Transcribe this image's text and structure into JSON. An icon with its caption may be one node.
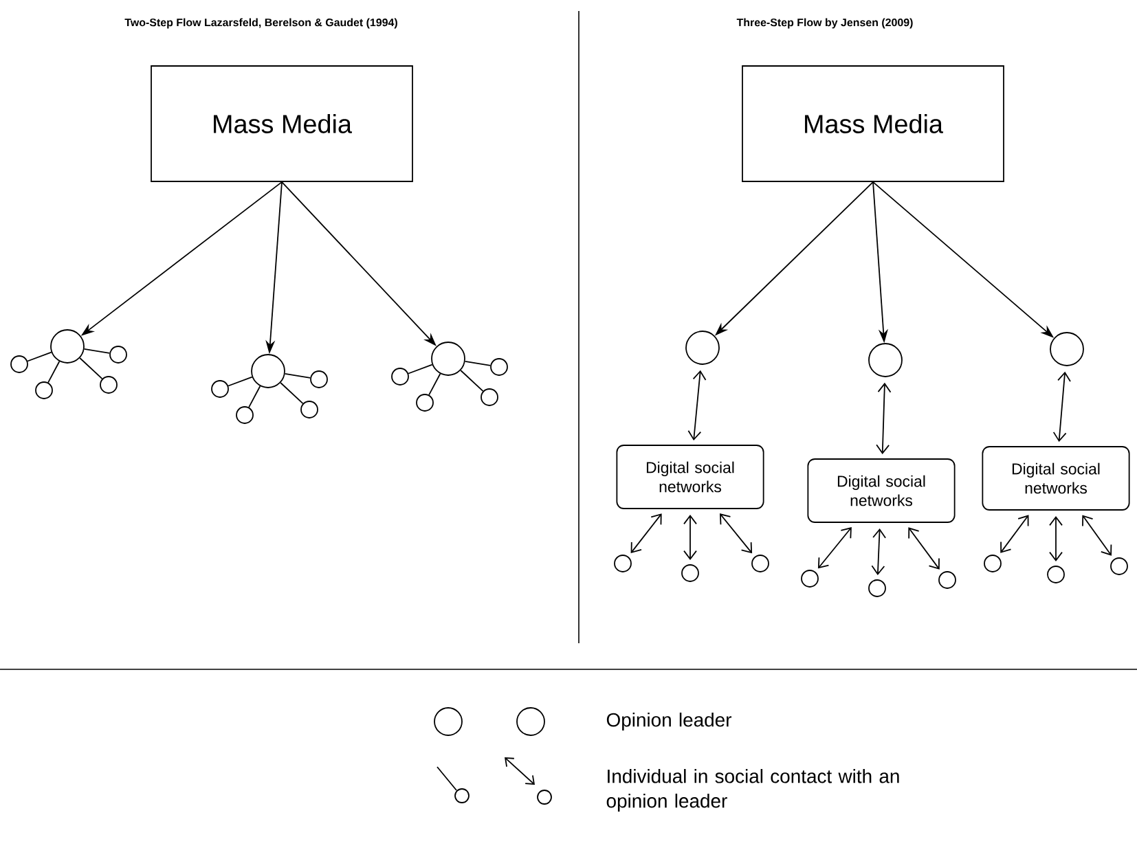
{
  "diagram": {
    "nodes": [
      {
        "text": [
          "Mass Media"
        ]
      },
      {
        "text": [],
        "shape": "circle"
      },
      {
        "text": [],
        "shape": "circle"
      },
      {
        "text": [],
        "shape": "circle"
      },
      {
        "text": [],
        "shape": "circle"
      },
      {
        "text": [],
        "shape": "circle"
      },
      {
        "text": [],
        "shape": "circle"
      },
      {
        "text": [],
        "shape": "circle"
      },
      {
        "text": [],
        "shape": "circle"
      },
      {
        "text": [],
        "shape": "circle"
      },
      {
        "text": [],
        "shape": "circle"
      },
      {
        "text": [],
        "shape": "circle"
      },
      {
        "text": [],
        "shape": "circle"
      },
      {
        "text": [],
        "shape": "circle"
      },
      {
        "text": [],
        "shape": "circle"
      },
      {
        "text": [],
        "shape": "circle"
      },
      {
        "text": [
          "Mass Media"
        ]
      },
      {
        "text": [],
        "shape": "circle"
      },
      {
        "text": [],
        "shape": "circle"
      },
      {
        "text": [],
        "shape": "circle"
      },
      {
        "text": [
          "Digital social networks"
        ]
      },
      {
        "text": [
          "Digital social networks"
        ]
      },
      {
        "text": [
          "Digital social networks"
        ]
      },
      {
        "text": [],
        "shape": "circle"
      },
      {
        "text": [],
        "shape": "circle"
      },
      {
        "text": [],
        "shape": "circle"
      },
      {
        "text": [],
        "shape": "circle"
      },
      {
        "text": [],
        "shape": "circle"
      },
      {
        "text": [],
        "shape": "circle"
      },
      {
        "text": [],
        "shape": "circle"
      },
      {
        "text": [],
        "shape": "circle"
      },
      {
        "text": [],
        "shape": "circle"
      }
    ],
    "edges": [
      {
        "from": 0,
        "to": 1,
        "arrow": "to"
      },
      {
        "from": 0,
        "to": 6,
        "arrow": "to"
      },
      {
        "from": 0,
        "to": 11,
        "arrow": "to"
      },
      {
        "from": 1,
        "to": 2,
        "arrow": "none"
      },
      {
        "from": 1,
        "to": 3,
        "arrow": "none"
      },
      {
        "from": 1,
        "to": 4,
        "arrow": "none"
      },
      {
        "from": 1,
        "to": 5,
        "arrow": "none"
      },
      {
        "from": 6,
        "to": 7,
        "arrow": "none"
      },
      {
        "from": 6,
        "to": 8,
        "arrow": "none"
      },
      {
        "from": 6,
        "to": 9,
        "arrow": "none"
      },
      {
        "from": 6,
        "to": 10,
        "arrow": "none"
      },
      {
        "from": 11,
        "to": 12,
        "arrow": "none"
      },
      {
        "from": 11,
        "to": 13,
        "arrow": "none"
      },
      {
        "from": 11,
        "to": 14,
        "arrow": "none"
      },
      {
        "from": 11,
        "to": 15,
        "arrow": "none"
      },
      {
        "from": 16,
        "to": 17,
        "arrow": "to"
      },
      {
        "from": 16,
        "to": 18,
        "arrow": "to"
      },
      {
        "from": 16,
        "to": 19,
        "arrow": "to"
      },
      {
        "from": 17,
        "to": 20,
        "arrow": "both"
      },
      {
        "from": 18,
        "to": 21,
        "arrow": "both"
      },
      {
        "from": 19,
        "to": 22,
        "arrow": "both"
      },
      {
        "from": 20,
        "to": 23,
        "arrow": "both"
      },
      {
        "from": 20,
        "to": 24,
        "arrow": "both"
      },
      {
        "from": 20,
        "to": 25,
        "arrow": "both"
      },
      {
        "from": 21,
        "to": 26,
        "arrow": "both"
      },
      {
        "from": 21,
        "to": 27,
        "arrow": "both"
      },
      {
        "from": 21,
        "to": 28,
        "arrow": "both"
      },
      {
        "from": 22,
        "to": 29,
        "arrow": "both"
      },
      {
        "from": 22,
        "to": 30,
        "arrow": "both"
      },
      {
        "from": 22,
        "to": 31,
        "arrow": "both"
      }
    ],
    "labels": [
      "Two-Step Flow Lazarsfeld, Berelson & Gaudet (1994)",
      "Three-Step Flow by Jensen (2009)"
    ],
    "legend": [
      {
        "text": "Opinion leader"
      },
      {
        "text": "Individual in social contact with an opinion leader"
      }
    ]
  }
}
